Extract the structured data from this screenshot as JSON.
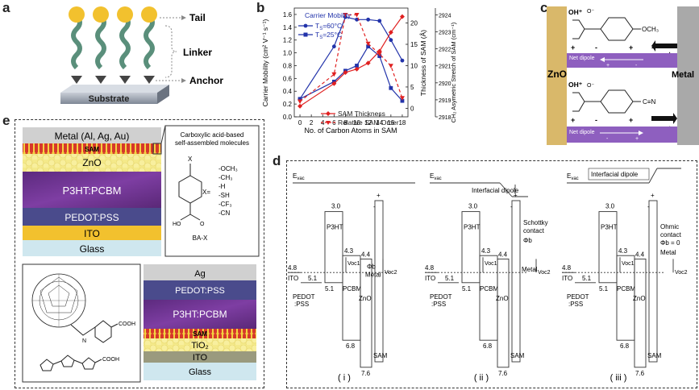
{
  "panel_labels": {
    "a": "a",
    "b": "b",
    "c": "c",
    "d": "d",
    "e": "e"
  },
  "panel_a": {
    "tail": "Tail",
    "linker": "Linker",
    "anchor": "Anchor",
    "substrate": "Substrate"
  },
  "panel_b": {
    "chart_data": {
      "type": "line",
      "xlabel": "No. of Carbon Atoms in SAM",
      "ylabel_left": "Carrier Mobility (cm² V⁻¹ s⁻¹)",
      "ylabel_right1": "Thickness of SAM (Å)",
      "ylabel_right2": "CH₂ Asymetric Stretch of SAM (cm⁻¹)",
      "legend_title": "Carrier Mobility",
      "x_ticks": [
        0,
        2,
        4,
        6,
        8,
        10,
        12,
        14,
        16,
        18
      ],
      "y_left_ticks": [
        "0.0",
        "0.2",
        "0.4",
        "0.6",
        "0.8",
        "1.0",
        "1.2",
        "1.4",
        "1.6"
      ],
      "y_right1_ticks": [
        "0",
        "5",
        "10",
        "15",
        "20"
      ],
      "y_right2_ticks": [
        "2918",
        "2919",
        "2920",
        "2921",
        "2922",
        "2923",
        "2924"
      ],
      "xlim": [
        -1,
        19
      ],
      "ylim_left": [
        0,
        1.7
      ],
      "ylim_right1": [
        -2,
        23.5
      ],
      "ylim_right2": [
        2918,
        2924.4
      ],
      "series": [
        {
          "name": "TS=60°C",
          "label_main": "T",
          "label_sub": "S",
          "label_rest": "=60°C",
          "axis": "left",
          "color": "#2233aa",
          "marker": "circle",
          "x": [
            0,
            6,
            8,
            10,
            12,
            14,
            16,
            18
          ],
          "y": [
            0.28,
            1.1,
            1.56,
            1.52,
            1.52,
            1.5,
            1.2,
            0.88
          ]
        },
        {
          "name": "TS=25°C",
          "label_main": "T",
          "label_sub": "S",
          "label_rest": "=25°C",
          "axis": "left",
          "color": "#2233aa",
          "marker": "square",
          "x": [
            0,
            6,
            8,
            10,
            12,
            14,
            16,
            18
          ],
          "y": [
            0.28,
            0.55,
            0.72,
            0.8,
            1.1,
            0.95,
            0.45,
            0.25
          ]
        },
        {
          "name": "SAM Thickness",
          "axis": "right1",
          "color": "#e02020",
          "marker": "diamond",
          "style": "solid",
          "x": [
            0,
            6,
            8,
            10,
            12,
            14,
            16,
            18
          ],
          "y": [
            0.5,
            5.8,
            8.4,
            9.2,
            10.6,
            13.4,
            17.8,
            21.5
          ]
        },
        {
          "name": "Relative SAM Order",
          "axis": "right2",
          "color": "#e02020",
          "marker": "triangle-down",
          "style": "dashed",
          "x": [
            0,
            6,
            8,
            10,
            12,
            14,
            16,
            18
          ],
          "y": [
            2918.9,
            2920.5,
            2924.0,
            2924.0,
            2922.3,
            2921.7,
            2921.0,
            2919.1
          ]
        }
      ]
    }
  },
  "panel_c": {
    "oh_top": "OH⁺",
    "oh_bottom": "OH⁺",
    "zno": "ZnO",
    "metal": "Metal",
    "net_dipole_top": "Net dipole",
    "net_dipole_bottom": "Net dipole",
    "ome": "OCH₃",
    "cn": "C≡N",
    "o_minus": "O⁻",
    "plus": "+",
    "minus": "-"
  },
  "panel_e": {
    "top_layers": [
      "Metal (Al, Ag, Au)",
      "SAM",
      "ZnO",
      "P3HT:PCBM",
      "PEDOT:PSS",
      "ITO",
      "Glass"
    ],
    "molecule_title": "Carboxylic acid-based self-assembled molecules",
    "molecule_name": "BA-X",
    "x_label": "X=",
    "x_options": [
      "-OCH₃",
      "-CH₃",
      "-H",
      "-SH",
      "-CF₃",
      "-CN"
    ],
    "molecule_x": "X",
    "molecule_ho": "HO",
    "molecule_o": "O",
    "bottom_layers": [
      "Ag",
      "PEDOT:PSS",
      "P3HT:PCBM",
      "SAM",
      "TiO₂",
      "ITO",
      "Glass"
    ],
    "cooh1": "COOH",
    "cooh2": "COOH",
    "n_label": "N"
  },
  "panel_d": {
    "evac": "E",
    "evac_sub": "vac",
    "interfacial_dipole": "Interfacial dipole",
    "schottky": "Schottky contact",
    "ohmic": "Ohmic contact",
    "phi_b": "Φb",
    "phi_b_zero": "Φb = 0",
    "metal": "Metal",
    "ito": "ITO",
    "pedot": "PEDOT :PSS",
    "p3ht": "P3HT",
    "pcbm": "PCBM",
    "zno": "ZnO",
    "sam": "SAM",
    "voc1": "Voc1",
    "voc2": "Voc2",
    "levels": {
      "ito": "4.8",
      "pedot": "5.1",
      "p3ht_top": "3.0",
      "pcbm_top": "4.3",
      "zno_top": "4.4",
      "p3ht_bot": "5.1",
      "pcbm_bot": "6.8",
      "zno_bot": "7.6"
    },
    "captions": [
      "( i )",
      "( ii )",
      "( iii )"
    ],
    "plus": "+",
    "minus": "-"
  }
}
